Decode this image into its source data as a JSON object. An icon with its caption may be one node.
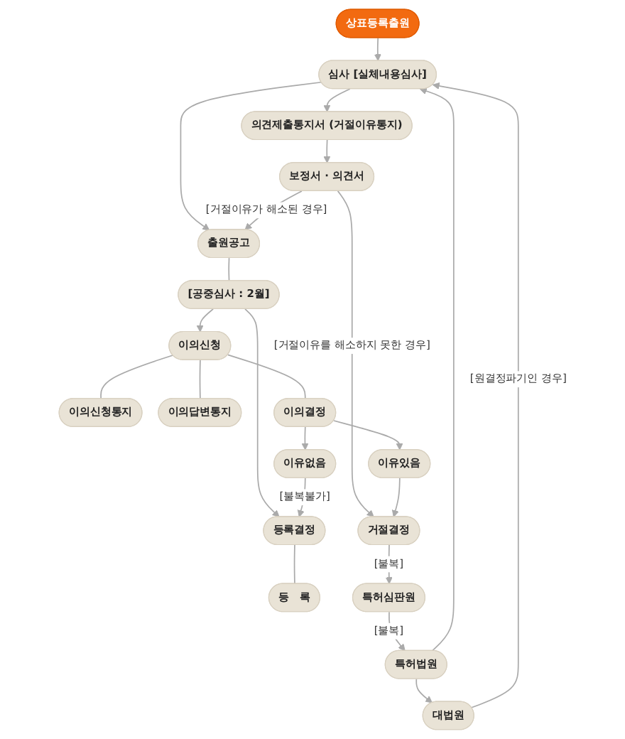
{
  "diagram": {
    "nodes": [
      {
        "text": [
          "상표등록출원"
        ]
      },
      {
        "text": [
          "심사 [실체내용심사]"
        ]
      },
      {
        "text": [
          "의견제출통지서 (거절이유통지)"
        ]
      },
      {
        "text": [
          "보정서 · 의견서"
        ]
      },
      {
        "text": [
          "출원공고"
        ]
      },
      {
        "text": [
          "[공중심사 : 2월]"
        ]
      },
      {
        "text": [
          "이의신청"
        ]
      },
      {
        "text": [
          "이의신청통지"
        ]
      },
      {
        "text": [
          "이의답변통지"
        ]
      },
      {
        "text": [
          "이의결정"
        ]
      },
      {
        "text": [
          "이유없음"
        ]
      },
      {
        "text": [
          "이유있음"
        ]
      },
      {
        "text": [
          "등록결정"
        ]
      },
      {
        "text": [
          "등　록"
        ]
      },
      {
        "text": [
          "거절결정"
        ]
      },
      {
        "text": [
          "특허심판원"
        ]
      },
      {
        "text": [
          "특허법원"
        ]
      },
      {
        "text": [
          "대법원"
        ]
      }
    ],
    "edges": [
      {
        "from": 0,
        "to": 1,
        "arrow": "to"
      },
      {
        "from": 1,
        "to": 4,
        "arrow": "to"
      },
      {
        "from": 1,
        "to": 2,
        "arrow": "to"
      },
      {
        "from": 2,
        "to": 3,
        "arrow": "to"
      },
      {
        "from": 3,
        "to": 4,
        "arrow": "to",
        "label": "[거절이유가 해소된 경우]"
      },
      {
        "from": 3,
        "to": 14,
        "arrow": "to",
        "label": "[거절이유를 해소하지 못한 경우]"
      },
      {
        "from": 4,
        "to": 5,
        "arrow": "none"
      },
      {
        "from": 5,
        "to": 6,
        "arrow": "to"
      },
      {
        "from": 5,
        "to": 12,
        "arrow": "to"
      },
      {
        "from": 6,
        "to": 7,
        "arrow": "none"
      },
      {
        "from": 6,
        "to": 8,
        "arrow": "none"
      },
      {
        "from": 6,
        "to": 9,
        "arrow": "none"
      },
      {
        "from": 9,
        "to": 10,
        "arrow": "to"
      },
      {
        "from": 9,
        "to": 11,
        "arrow": "to"
      },
      {
        "from": 10,
        "to": 12,
        "arrow": "to",
        "label": "[불복불가]"
      },
      {
        "from": 11,
        "to": 14,
        "arrow": "to"
      },
      {
        "from": 12,
        "to": 13,
        "arrow": "none"
      },
      {
        "from": 14,
        "to": 15,
        "arrow": "to",
        "label": "[불복]"
      },
      {
        "from": 15,
        "to": 16,
        "arrow": "to",
        "label": "[불복]"
      },
      {
        "from": 16,
        "to": 17,
        "arrow": "to"
      },
      {
        "from": 16,
        "to": 1,
        "arrow": "to"
      },
      {
        "from": 17,
        "to": 1,
        "arrow": "to",
        "label": "[원결정파기인 경우]"
      }
    ]
  }
}
